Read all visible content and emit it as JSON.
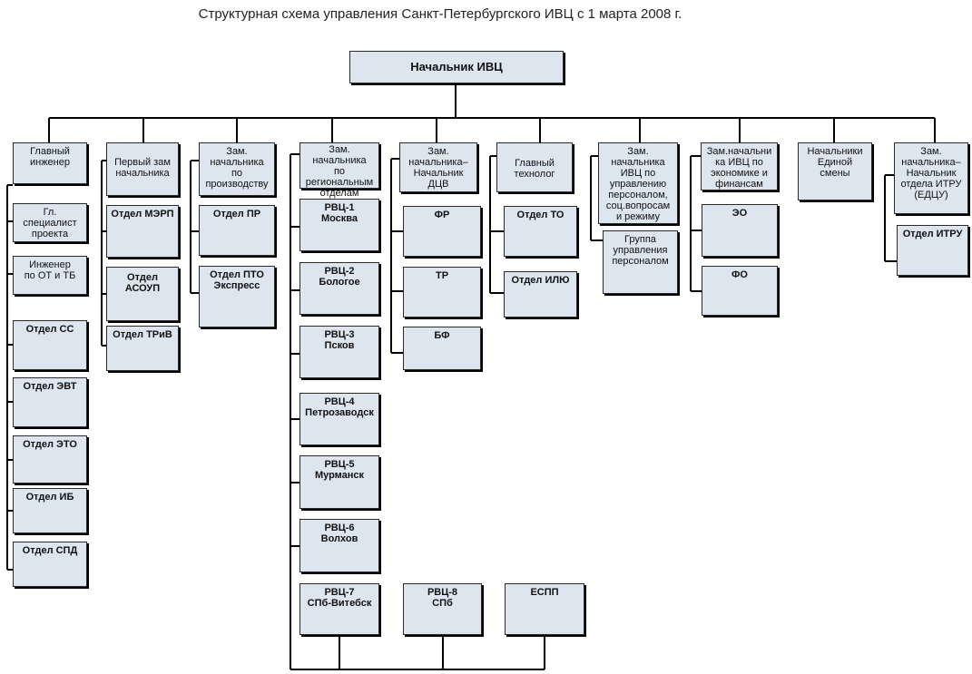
{
  "title": "Структурная схема управления Санкт-Петербургского ИВЦ с 1 марта 2008 г.",
  "head": "Начальник ИВЦ",
  "columns": {
    "c1": {
      "head": "Главный\nинженер",
      "items": [
        "Гл.\nспециалист\nпроекта",
        "Инженер\nпо ОТ и ТБ",
        "Отдел СС",
        "Отдел ЭВТ",
        "Отдел ЭТО",
        "Отдел ИБ",
        "Отдел СПД"
      ]
    },
    "c2": {
      "head": "Первый зам\nначальника",
      "items": [
        "Отдел МЭРП",
        "Отдел\nАСОУП",
        "Отдел ТРиВ"
      ]
    },
    "c3": {
      "head": "Зам.\nначальника\nпо\nпроизводству",
      "items": [
        "Отдел ПР",
        "Отдел ПТО\nЭкспресс"
      ]
    },
    "c4": {
      "head": "Зам. начальника\nпо\nрегиональным\nотделам",
      "items": [
        "РВЦ-1\nМосква",
        "РВЦ-2\nБологое",
        "РВЦ-3\nПсков",
        "РВЦ-4\nПетрозаводск",
        "РВЦ-5\nМурманск",
        "РВЦ-6\nВолхов",
        "РВЦ-7\nСПб-Витебск",
        "РВЦ-8\nСПб",
        "ЕСПП"
      ]
    },
    "c5": {
      "head": "Зам.\nначальника–\nНачальник\nДЦВ",
      "items": [
        "ФР",
        "ТР",
        "БФ"
      ]
    },
    "c6": {
      "head": "Главный\nтехнолог",
      "items": [
        "Отдел ТО",
        "Отдел ИЛЮ"
      ]
    },
    "c7": {
      "head": "Зам.\nначальника\nИВЦ по\nуправлению\nперсоналом,\nсоц.вопросам\nи режиму",
      "items": [
        "Группа\nуправления\nперсоналом"
      ]
    },
    "c8": {
      "head": "Зам.начальни\nка ИВЦ по\nэкономике и\nфинансам",
      "items": [
        "ЭО",
        "ФО"
      ]
    },
    "c9": {
      "head": "Начальники\nЕдиной\nсмены",
      "items": []
    },
    "c10": {
      "head": "Зам.\nначальника–\nНачальник\nотдела ИТРУ\n(ЕДЦУ)",
      "items": [
        "Отдел ИТРУ"
      ]
    }
  }
}
